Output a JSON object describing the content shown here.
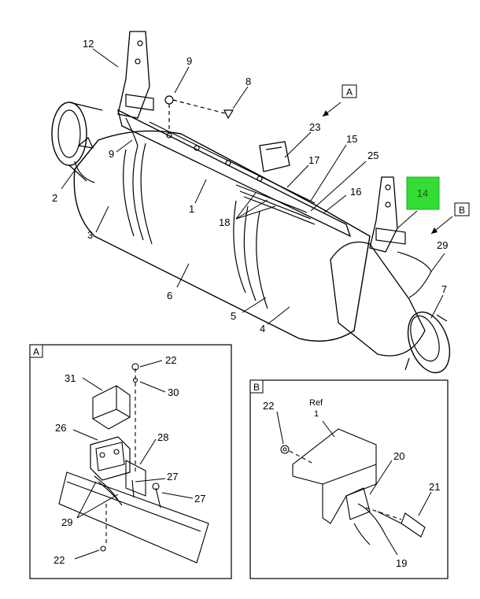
{
  "callouts": {
    "c12": "12",
    "c9a": "9",
    "c8": "8",
    "c9b": "9",
    "c2": "2",
    "c3": "3",
    "c1": "1",
    "c23": "23",
    "c17": "17",
    "c15": "15",
    "c25": "25",
    "c16": "16",
    "c18": "18",
    "c6": "6",
    "c5": "5",
    "c4": "4",
    "c14": "14",
    "c29": "29",
    "c7": "7"
  },
  "view_markers": {
    "a": "A",
    "b": "B"
  },
  "detail_a": {
    "label": "A",
    "callouts": {
      "c22a": "22",
      "c31": "31",
      "c30": "30",
      "c26": "26",
      "c28": "28",
      "c27a": "27",
      "c27b": "27",
      "c29": "29",
      "c22b": "22"
    }
  },
  "detail_b": {
    "label": "B",
    "ref_text": "Ref",
    "ref_number": "1",
    "callouts": {
      "c22": "22",
      "c20": "20",
      "c21": "21",
      "c19": "19"
    }
  },
  "colors": {
    "highlight": "#33dd33",
    "line": "#000000"
  }
}
